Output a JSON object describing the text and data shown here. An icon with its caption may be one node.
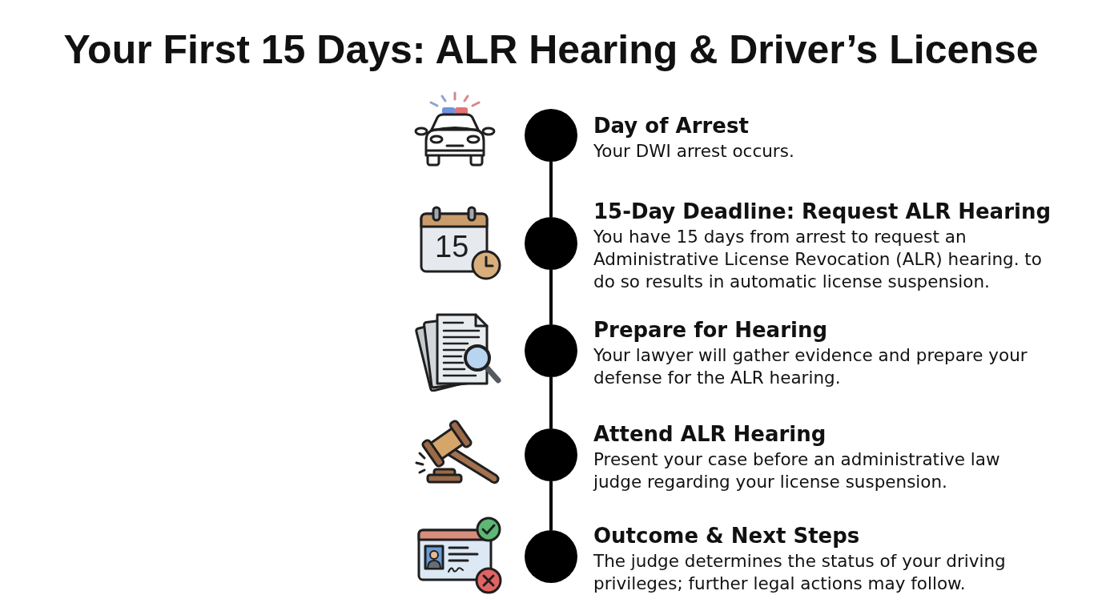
{
  "diagram": {
    "title": "Your First 15 Days: ALR Hearing & Driver’s License",
    "nodes": [
      {
        "text": [],
        "shape": "circle",
        "beside": [
          "Day of Arrest",
          "Your DWI arrest occurs."
        ]
      },
      {
        "text": [],
        "shape": "circle",
        "beside": [
          "15-Day Deadline: Request ALR Hearing",
          "You have 15 days from arrest to request an Administrative License Revocation (ALR) hearing. to do so results in automatic license suspension."
        ]
      },
      {
        "text": [],
        "shape": "circle",
        "beside": [
          "Prepare for Hearing",
          "Your lawyer will gather evidence and prepare your defense for the ALR hearing."
        ]
      },
      {
        "text": [],
        "shape": "circle",
        "beside": [
          "Attend ALR Hearing",
          "Present your case before an administrative law judge regarding your license suspension."
        ]
      },
      {
        "text": [],
        "shape": "circle",
        "beside": [
          "Outcome & Next Steps",
          "The judge determines the status of your driving privileges; further legal actions may follow."
        ]
      }
    ],
    "edges": [
      {
        "from": 0,
        "to": 1,
        "arrow": "none"
      },
      {
        "from": 1,
        "to": 2,
        "arrow": "none"
      },
      {
        "from": 2,
        "to": 3,
        "arrow": "none"
      },
      {
        "from": 3,
        "to": 4,
        "arrow": "none"
      }
    ],
    "labels": [
      "15"
    ]
  }
}
